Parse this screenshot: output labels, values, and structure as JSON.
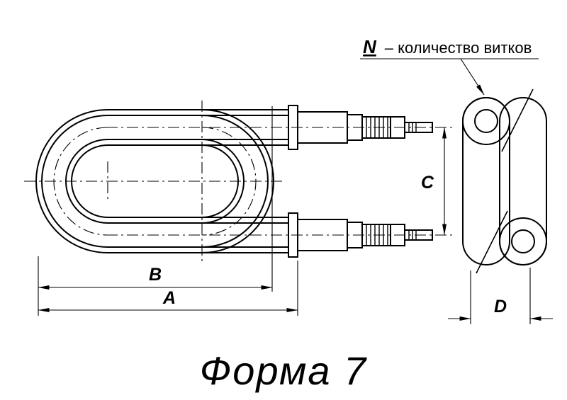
{
  "drawing": {
    "title": "Форма 7",
    "callout": {
      "symbol": "N",
      "text": "– количество витков"
    },
    "dimensions": {
      "A": "A",
      "B": "B",
      "C": "C",
      "D": "D"
    },
    "colors": {
      "line": "#000000",
      "background": "#ffffff"
    }
  }
}
